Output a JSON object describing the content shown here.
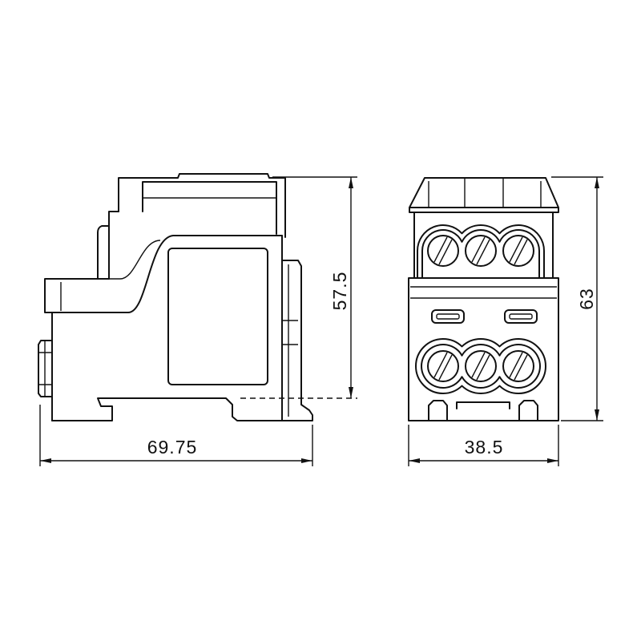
{
  "dimensions": {
    "side_width": "69.75",
    "side_height": "57.5",
    "front_height": "63",
    "front_width": "38.5"
  }
}
